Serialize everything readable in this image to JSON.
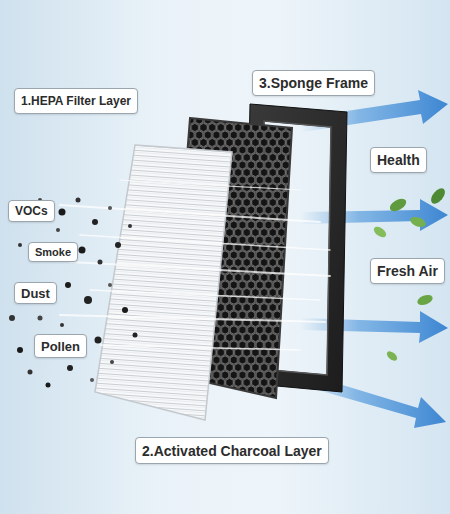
{
  "diagram": {
    "nodes": [
      {
        "text": [
          "3.Sponge Frame"
        ]
      },
      {
        "text": [
          "1.HEPA Filter Layer"
        ]
      },
      {
        "text": [
          "Health"
        ]
      },
      {
        "text": [
          "VOCs"
        ]
      },
      {
        "text": [
          "Smoke"
        ]
      },
      {
        "text": [
          "Fresh Air"
        ]
      },
      {
        "text": [
          "Dust"
        ]
      },
      {
        "text": [
          "Pollen"
        ]
      },
      {
        "text": [
          "2.Activated Charcoal Layer"
        ]
      }
    ]
  }
}
